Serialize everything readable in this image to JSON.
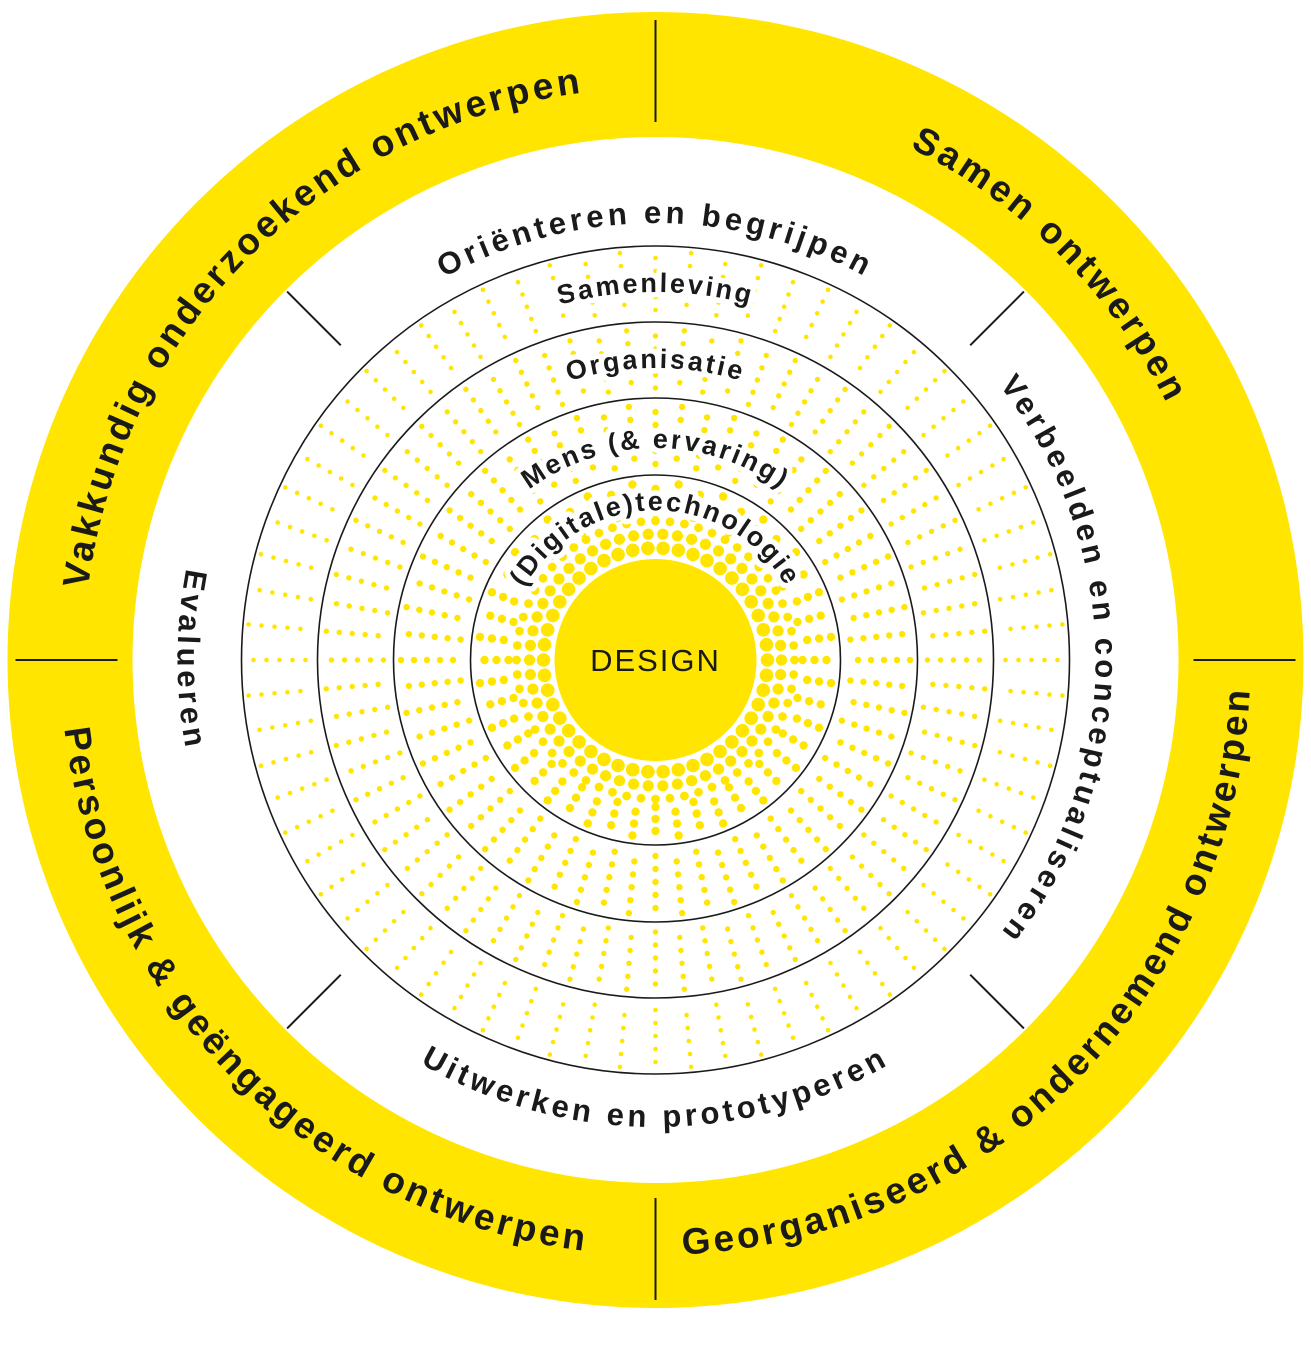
{
  "diagram": {
    "center_label": "DESIGN",
    "rings": [
      {
        "label": "(Digitale)technologie"
      },
      {
        "label": "Mens (& ervaring)"
      },
      {
        "label": "Organisatie"
      },
      {
        "label": "Samenleving"
      }
    ],
    "phases": {
      "top": "Oriënteren en begrijpen",
      "right": "Verbeelden en conceptualiseren",
      "bottom": "Uitwerken en prototyperen",
      "left": "Evalueren"
    },
    "outer_ring": {
      "top_left": "Vakkundig onderzoekend ontwerpen",
      "top_right": "Samen ontwerpen",
      "bottom_right": "Georganiseerd & ondernemend ontwerpen",
      "bottom_left": "Persoonlijk & geëngageerd ontwerpen"
    },
    "colors": {
      "yellow": "#FFE500",
      "ink": "#1A1A1A",
      "background": "#FFFFFF"
    }
  }
}
